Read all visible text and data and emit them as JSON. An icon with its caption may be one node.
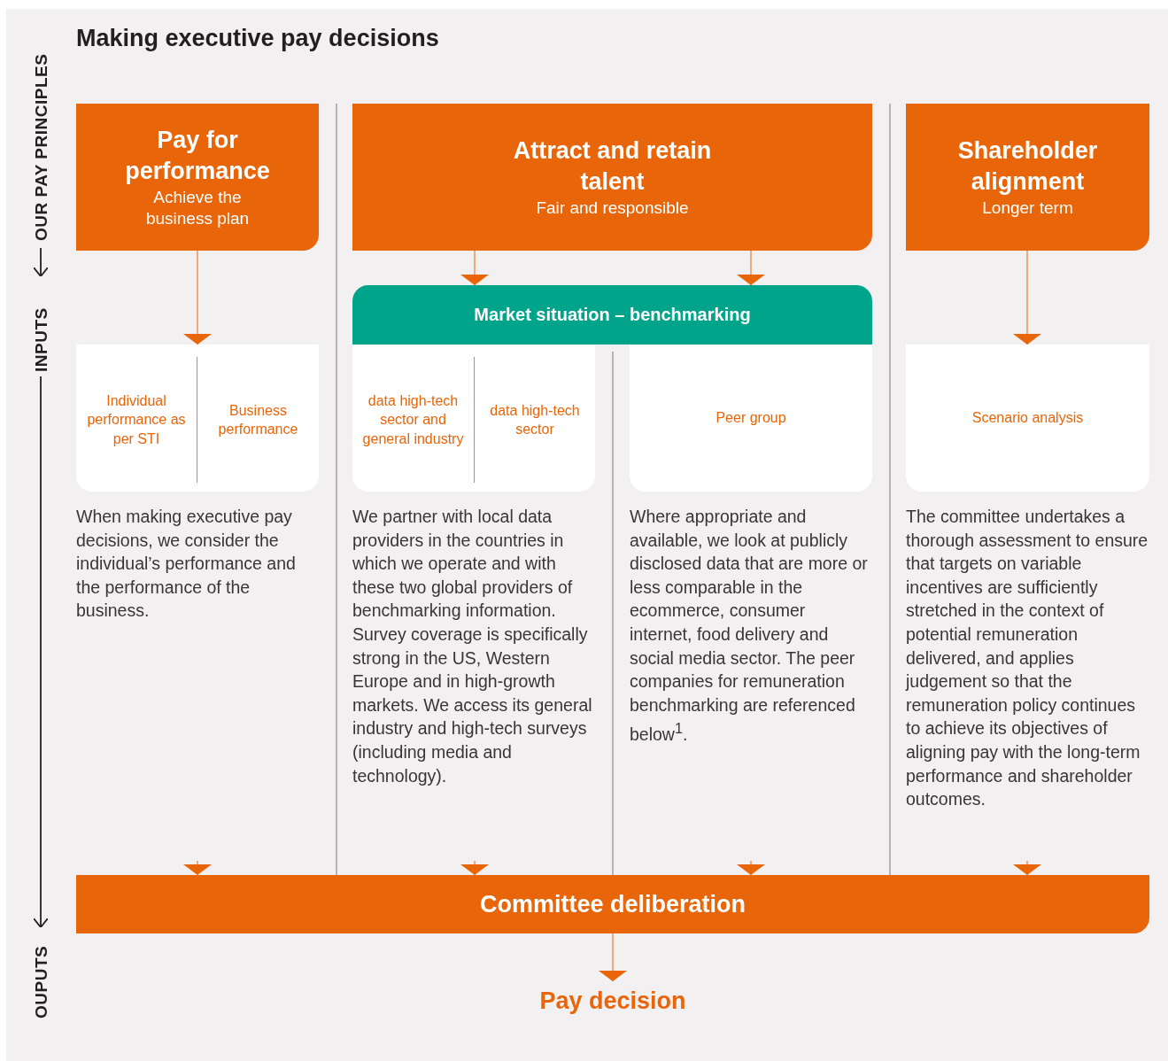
{
  "diagram": {
    "title": "Making executive pay decisions",
    "nodes": [
      {
        "text": [
          "Pay for performance",
          "Achieve the business plan"
        ]
      },
      {
        "text": [
          "Attract and retain talent",
          "Fair and responsible"
        ]
      },
      {
        "text": [
          "Shareholder alignment",
          "Longer term"
        ]
      },
      {
        "text": [
          "Market situation – benchmarking"
        ]
      },
      {
        "text": [],
        "shape": "box"
      },
      {
        "text": [
          "Individual performance as per STI"
        ],
        "in": 4
      },
      {
        "text": [
          "Business performance"
        ],
        "in": 4
      },
      {
        "text": [],
        "shape": "box"
      },
      {
        "text": [
          "data high-tech sector and general industry"
        ],
        "in": 7
      },
      {
        "text": [
          "data high-tech sector"
        ],
        "in": 7
      },
      {
        "text": [
          "Peer group"
        ]
      },
      {
        "text": [
          "Scenario analysis"
        ]
      },
      {
        "text": [
          "Committee deliberation"
        ]
      },
      {
        "text": [
          "Pay decision"
        ]
      }
    ],
    "edges": [
      {
        "from": 0,
        "to": 4,
        "arrow": "to"
      },
      {
        "from": 1,
        "to": 3,
        "arrow": "to"
      },
      {
        "from": 1,
        "to": 3,
        "arrow": "to"
      },
      {
        "from": 2,
        "to": 11,
        "arrow": "to"
      },
      {
        "from": null,
        "to": 12,
        "arrow": "to"
      },
      {
        "from": null,
        "to": 12,
        "arrow": "to"
      },
      {
        "from": null,
        "to": 12,
        "arrow": "to"
      },
      {
        "from": null,
        "to": 12,
        "arrow": "to"
      },
      {
        "from": 12,
        "to": 13,
        "arrow": "to"
      }
    ],
    "labels": [
      "OUR PAY PRINCIPLES",
      "INPUTS",
      "OUPUTS",
      "When making executive pay decisions, we consider the individual’s performance and the performance of the business.",
      "We partner with local data providers in the countries in which we operate and with these two global providers of benchmarking information. Survey coverage is specifically strong in the US, Western Europe and in high-growth markets. We access its general industry and high-tech surveys (including media and technology).",
      "Where appropriate and available, we look at publicly disclosed data that are more or less comparable in the ecommerce, consumer internet, food delivery and social media sector. The peer companies for remuneration benchmarking are referenced below$^{1}$.",
      "The committee undertakes a thorough assessment to ensure that targets on variable incentives are sufficiently stretched in the context of potential remuneration delivered, and applies judgement so that the remuneration policy continues to achieve its objectives of aligning pay with the long-term performance and shareholder outcomes."
    ]
  }
}
